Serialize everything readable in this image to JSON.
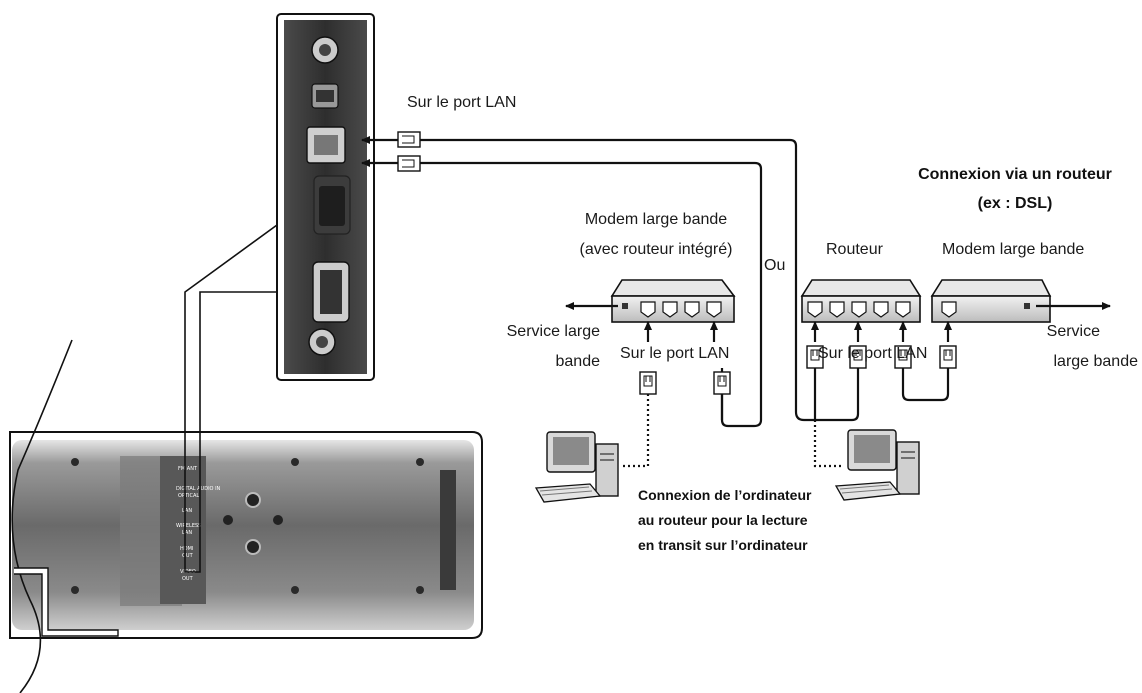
{
  "labels": {
    "lan_port_top": "Sur le port LAN",
    "router_connection_title_1": "Connexion via un routeur",
    "router_connection_title_2": "(ex : DSL)",
    "modem_router_1": "Modem large bande",
    "modem_router_2": "(avec routeur intégré)",
    "or": "Ou",
    "router": "Routeur",
    "modem": "Modem large bande",
    "service_left_1": "Service large",
    "service_left_2": "bande",
    "lan_port_modem": "Sur le port LAN",
    "lan_port_router": "Sur le port LAN",
    "service_right_1": "Service",
    "service_right_2": "large bande",
    "pc_connection_1": "Connexion de l’ordinateur",
    "pc_connection_2": "au routeur pour la lecture",
    "pc_connection_3": "en transit sur l’ordinateur"
  },
  "device_panel_labels": {
    "fm_ant": "FM ANT",
    "digital_audio_in": "DIGITAL AUDIO IN",
    "optical": "OPTICAL",
    "lan": "LAN",
    "wireless_lan_1": "WIRELESS",
    "wireless_lan_2": "LAN",
    "hdmi_out_1": "HDMI",
    "hdmi_out_2": "OUT",
    "video_out_1": "VIDEO",
    "video_out_2": "OUT"
  },
  "colors": {
    "ink": "#111111",
    "device_dark": "#6e6e6e",
    "device_light": "#c8c8c8",
    "panel": "#3a3a3a"
  }
}
